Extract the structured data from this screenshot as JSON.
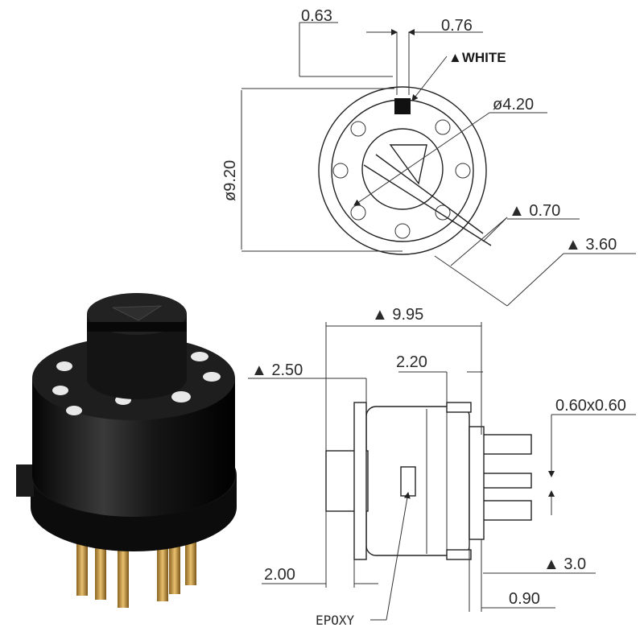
{
  "top_view": {
    "dim_063": "0.63",
    "dim_076": "0.76",
    "white_marker": "▲WHITE",
    "dia_420": "ø4.20",
    "dia_920": "ø9.20",
    "dim_070": "▲ 0.70",
    "dim_360": "▲ 3.60"
  },
  "side_view": {
    "dim_995": "▲ 9.95",
    "dim_250": "▲ 2.50",
    "dim_220": "2.20",
    "dim_pin": "0.60x0.60",
    "dim_30": "▲ 3.0",
    "dim_200": "2.00",
    "dim_090": "0.90",
    "epoxy": "EPOXY"
  },
  "colors": {
    "body_black": "#111111",
    "pin_gold": "#c8a050",
    "line": "#222222"
  }
}
